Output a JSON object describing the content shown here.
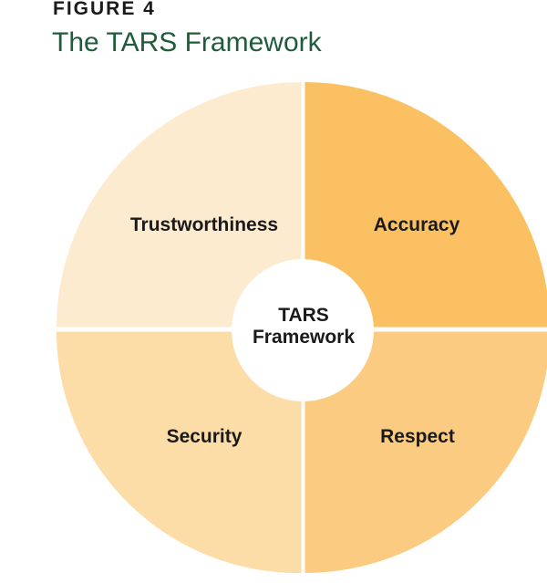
{
  "header": {
    "figure_label": "FIGURE 4",
    "title": "The TARS Framework"
  },
  "diagram": {
    "center": {
      "line1": "TARS",
      "line2": "Framework"
    },
    "quadrants": {
      "top_left": {
        "label": "Trustworthiness",
        "color": "#FDEBD0"
      },
      "top_right": {
        "label": "Accuracy",
        "color": "#FBC062"
      },
      "bottom_left": {
        "label": "Security",
        "color": "#FCDCA7"
      },
      "bottom_right": {
        "label": "Respect",
        "color": "#FCCB82"
      }
    },
    "center_color": "#FFFFFF",
    "divider_color": "#FFFFFF"
  }
}
